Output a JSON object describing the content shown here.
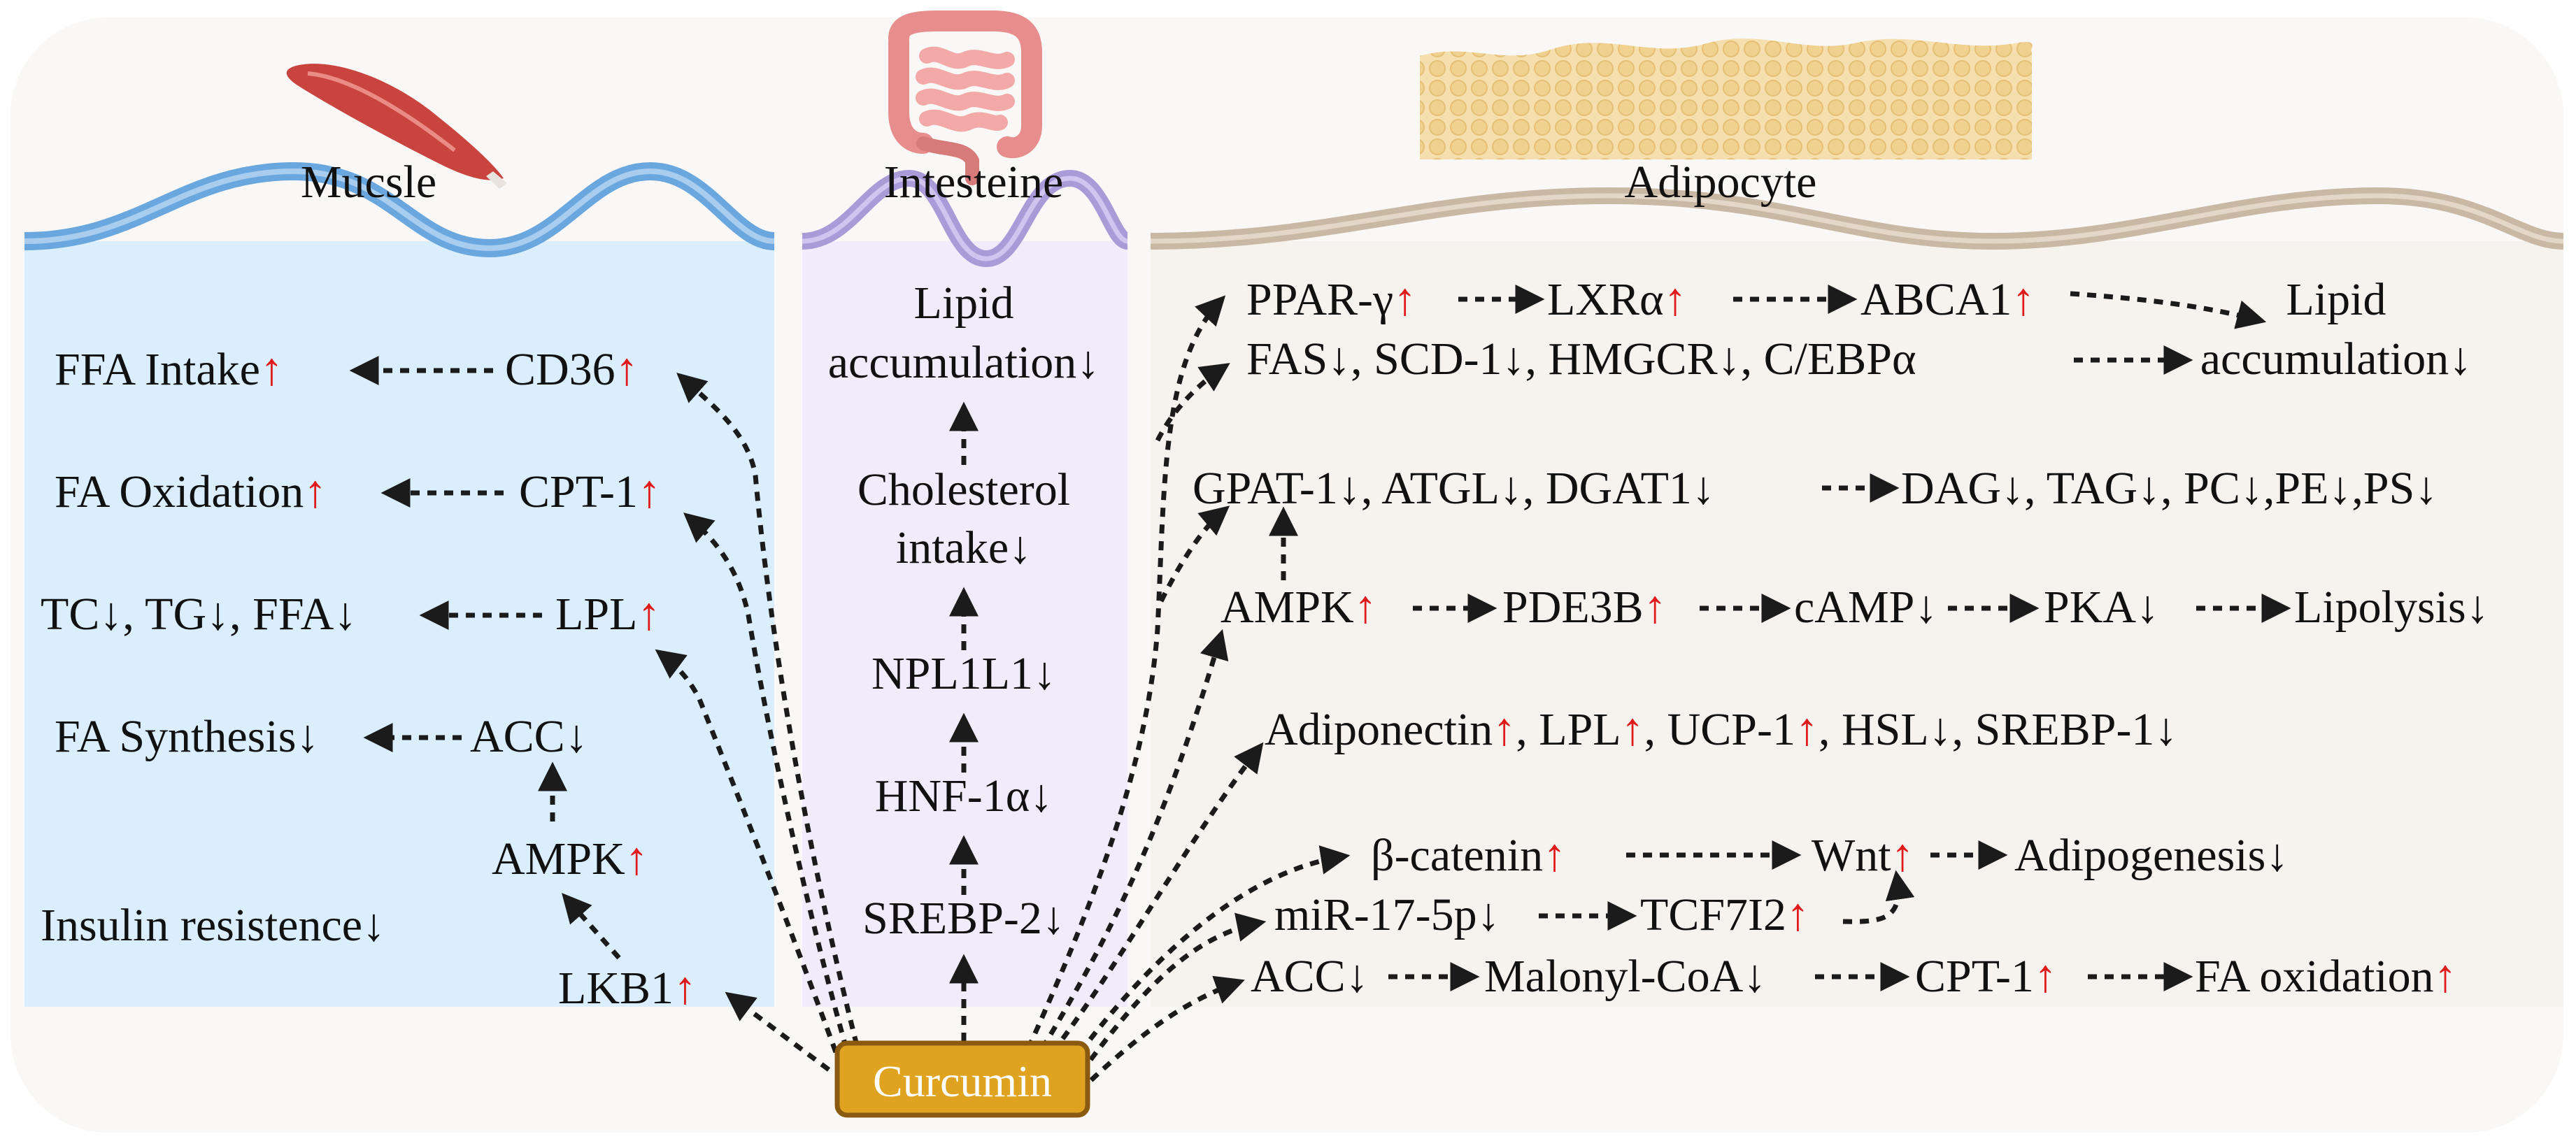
{
  "headers": {
    "muscle": "Mucsle",
    "intestine": "Intesteine",
    "adipocyte": "Adipocyte"
  },
  "source": "Curcumin",
  "colors": {
    "muscle_panel": "#dbeefe",
    "intestine_panel": "#f1ecfb",
    "adipocyte_panel": "#f6f3ef",
    "muscle_membrane": "#6aa7de",
    "intestine_membrane": "#a99ad8",
    "adipocyte_membrane": "#c9b8a3",
    "up_arrow": "#e01a1a",
    "curcumin_fill": "#e0a320",
    "curcumin_border": "#8a5a10"
  },
  "muscle": {
    "ffa_intake": "FFA Intake",
    "cd36": "CD36",
    "fa_oxidation": "FA Oxidation",
    "cpt1": "CPT-1",
    "tc_tg_ffa": "TC↓, TG↓, FFA↓",
    "lpl": "LPL",
    "fa_synthesis": "FA Synthesis↓",
    "acc": "ACC↓",
    "ampk": "AMPK",
    "insulin": "Insulin resistence↓",
    "lkb1": "LKB1"
  },
  "intestine": {
    "lipid_line1": "Lipid",
    "lipid_line2": "accumulation↓",
    "chol_line1": "Cholesterol",
    "chol_line2": "intake↓",
    "npl1l1": "NPL1L1↓",
    "hnf1a": "HNF-1α↓",
    "srebp2": "SREBP-2↓"
  },
  "adipocyte": {
    "ppar": "PPAR-γ",
    "lxra": "LXRα",
    "abca1": "ABCA1",
    "lipid_line1": "Lipid",
    "lipid_line2": "accumulation↓",
    "fas_row": "FAS↓, SCD-1↓, HMGCR↓, C/EBPα",
    "gpat_row": "GPAT-1↓, ATGL↓, DGAT1↓",
    "dag_row": "DAG↓, TAG↓, PC↓,PE↓,PS↓",
    "ampk": "AMPK",
    "pde3b": "PDE3B",
    "camp": "cAMP↓",
    "pka": "PKA↓",
    "lipolysis": "Lipolysis↓",
    "adiponectin": "Adiponectin",
    "lpl": ", LPL",
    "ucp1": ", UCP-1",
    "hsl_srebp": ", HSL↓, SREBP-1↓",
    "bcatenin": "β-catenin",
    "wnt": "Wnt",
    "adipogenesis": "Adipogenesis↓",
    "mir": "miR-17-5p↓",
    "tcf7l2": "TCF7I2",
    "acc": "ACC↓",
    "malonyl": "Malonyl-CoA↓",
    "cpt1": "CPT-1",
    "fa_oxidation": "FA oxidation"
  },
  "up_symbol": "↑"
}
